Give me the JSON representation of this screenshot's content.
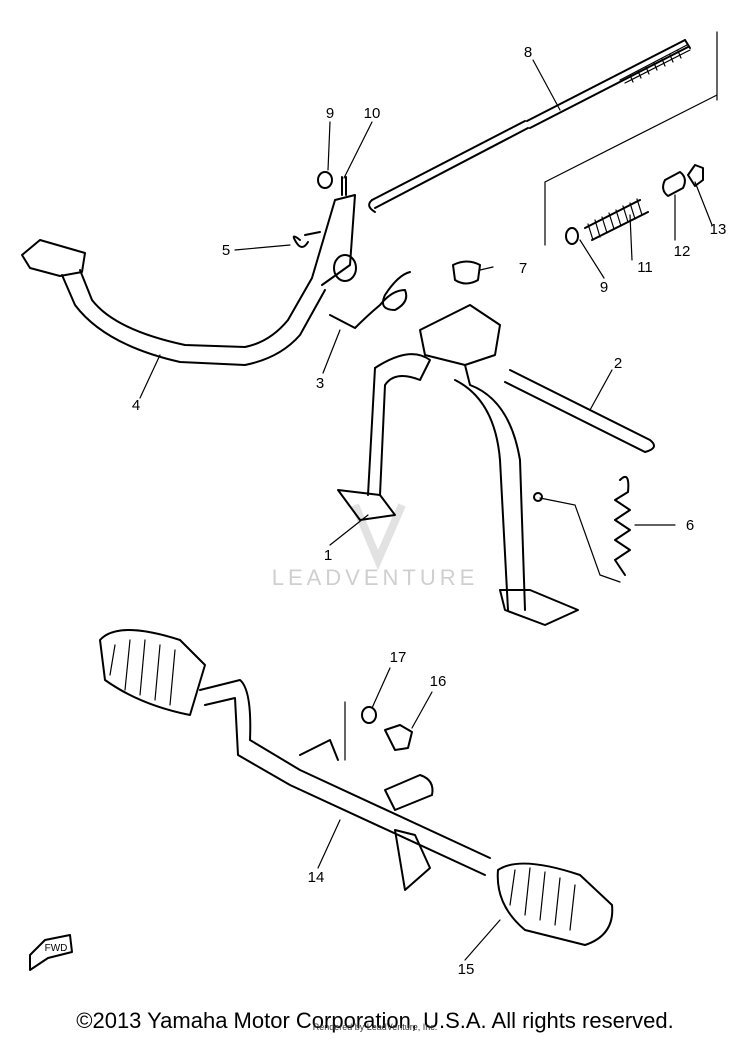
{
  "parts": [
    {
      "n": "1"
    },
    {
      "n": "2"
    },
    {
      "n": "3"
    },
    {
      "n": "4"
    },
    {
      "n": "5"
    },
    {
      "n": "6"
    },
    {
      "n": "7"
    },
    {
      "n": "8"
    },
    {
      "n": "9"
    },
    {
      "n": "10"
    },
    {
      "n": "9"
    },
    {
      "n": "11"
    },
    {
      "n": "12"
    },
    {
      "n": "13"
    },
    {
      "n": "14"
    },
    {
      "n": "15"
    },
    {
      "n": "16"
    },
    {
      "n": "17"
    }
  ],
  "fwd_label": "FWD",
  "watermark": "LEADVENTURE",
  "copyright": "©2013 Yamaha Motor Corporation, U.S.A. All rights reserved.",
  "rendered_by": "Rendered by LeadVenture, Inc."
}
